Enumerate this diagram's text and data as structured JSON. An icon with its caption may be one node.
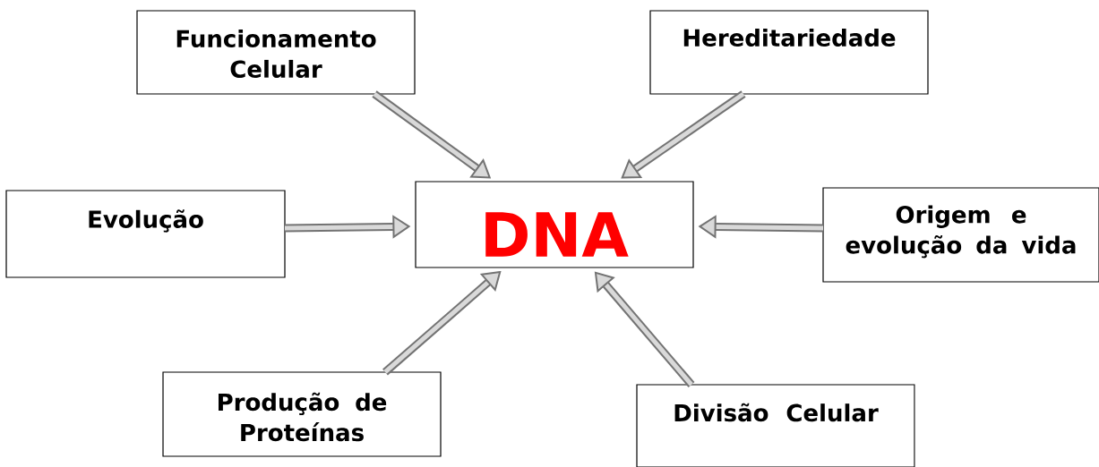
{
  "diagram": {
    "nodes": [
      {
        "text": [
          "Funcionamento Celular"
        ]
      },
      {
        "text": [
          "Hereditariedade"
        ]
      },
      {
        "text": [
          "Evolução"
        ]
      },
      {
        "text": [
          "DNA"
        ]
      },
      {
        "text": [
          "Origem e evolução da vida"
        ]
      },
      {
        "text": [
          "Produção de Proteínas"
        ]
      },
      {
        "text": [
          "Divisão Celular"
        ]
      }
    ],
    "edges": [
      {
        "from": 0,
        "to": 3,
        "arrow": "to"
      },
      {
        "from": 1,
        "to": 3,
        "arrow": "to"
      },
      {
        "from": 2,
        "to": 3,
        "arrow": "to"
      },
      {
        "from": 4,
        "to": 3,
        "arrow": "to"
      },
      {
        "from": 5,
        "to": 3,
        "arrow": "to"
      },
      {
        "from": 6,
        "to": 3,
        "arrow": "to"
      }
    ]
  }
}
